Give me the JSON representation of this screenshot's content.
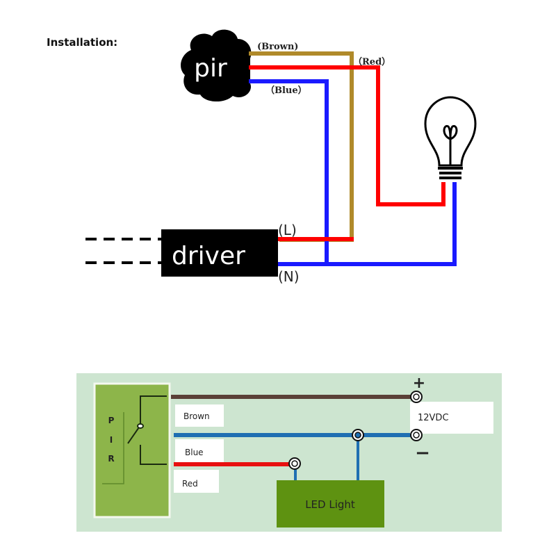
{
  "title": "Installation:",
  "top_diagram": {
    "pir_label": "pir",
    "driver_label": "driver",
    "wire_labels": {
      "brown": "(Brown)",
      "red": "（Red）",
      "blue": "（Blue）"
    },
    "terminal_labels": {
      "live": "(L)",
      "neutral": "(N)"
    },
    "colors": {
      "brown": "#b08a2a",
      "red": "#ff0000",
      "blue": "#1a1aff",
      "body": "#000000"
    }
  },
  "bottom_diagram": {
    "pir_letters": [
      "P",
      "I",
      "R"
    ],
    "wire_labels": {
      "brown": "Brown",
      "blue": "Blue",
      "red": "Red"
    },
    "power_label": "12VDC",
    "plus_sign": "+",
    "minus_sign": "−",
    "led_label": "LED Light",
    "colors": {
      "background": "#cde5d0",
      "pir_box": "#8db54a",
      "led_box": "#5e9211",
      "brown_wire": "#5b4037",
      "blue_wire": "#1f6fb2",
      "red_wire": "#e81010"
    }
  }
}
